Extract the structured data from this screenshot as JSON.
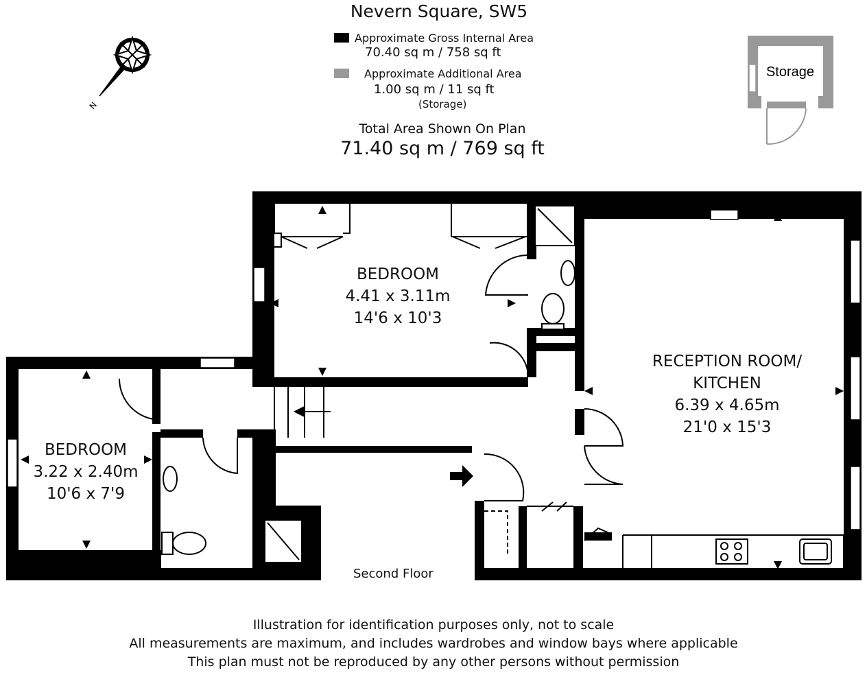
{
  "title": "Nevern Square, SW5",
  "legend": [
    {
      "label": "Approximate Gross Internal Area",
      "value": "70.40 sq m  /  758 sq ft",
      "note": "",
      "color": "#000000"
    },
    {
      "label": "Approximate Additional Area",
      "value": "1.00 sq m  /  11 sq ft",
      "note": "(Storage)",
      "color": "#999999"
    }
  ],
  "total": {
    "label": "Total Area Shown On Plan",
    "value": "71.40 sq m  /  769 sq ft"
  },
  "compass": {
    "label": "N"
  },
  "storage": {
    "label": "Storage"
  },
  "rooms": {
    "bedroom1": {
      "name": "BEDROOM",
      "metric": "4.41 x 3.11m",
      "imperial": "14'6 x 10'3"
    },
    "bedroom2": {
      "name": "BEDROOM",
      "metric": "3.22 x 2.40m",
      "imperial": "10'6 x 7'9"
    },
    "reception": {
      "name": "RECEPTION ROOM/",
      "name2": "KITCHEN",
      "metric": "6.39 x 4.65m",
      "imperial": "21'0 x 15'3"
    }
  },
  "floor_label": "Second Floor",
  "footer": [
    "Illustration for identification purposes only, not to scale",
    "All measurements are maximum, and includes wardrobes and window bays where applicable",
    "This plan must not be reproduced by any other persons without permission"
  ],
  "colors": {
    "wall": "#000000",
    "storage_wall": "#999999",
    "background": "#ffffff"
  }
}
